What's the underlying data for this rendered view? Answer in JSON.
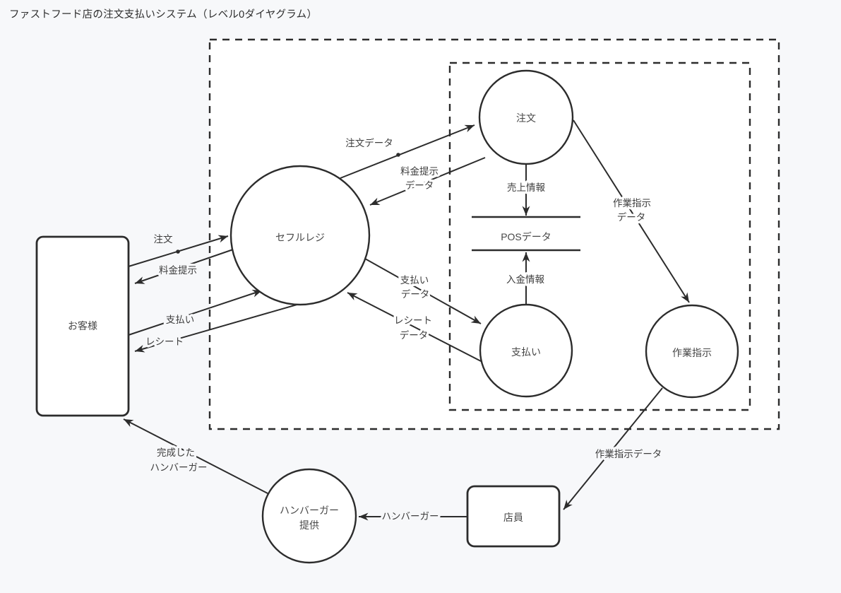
{
  "title": "ファストフード店の注文支払いシステム（レベル0ダイヤグラム）",
  "colors": {
    "background": "#f7f8fa",
    "system_boundary_fill": "#ffffff",
    "stroke": "#2c2c2c",
    "text": "#424242"
  },
  "nodes": {
    "customer": {
      "label": "お客様"
    },
    "register": {
      "label": "セフルレジ"
    },
    "order": {
      "label": "注文"
    },
    "payment": {
      "label": "支払い"
    },
    "work_instruction": {
      "label": "作業指示"
    },
    "burger_serving": {
      "line1": "ハンバーガー",
      "line2": "提供"
    },
    "staff": {
      "label": "店員"
    },
    "pos_store": {
      "label": "POSデータ"
    }
  },
  "flows": {
    "order": {
      "label": "注文"
    },
    "price": {
      "label": "料金提示"
    },
    "pay": {
      "label": "支払い"
    },
    "receipt": {
      "label": "レシート"
    },
    "order_data": {
      "label": "注文データ"
    },
    "price_data": {
      "line1": "料金提示",
      "line2": "データ"
    },
    "sales_info": {
      "label": "売上情報"
    },
    "deposit_info": {
      "label": "入金情報"
    },
    "payment_data": {
      "line1": "支払い",
      "line2": "データ"
    },
    "receipt_data": {
      "line1": "レシート",
      "line2": "データ"
    },
    "work_data_inner": {
      "line1": "作業指示",
      "line2": "データ"
    },
    "work_data_outer": {
      "label": "作業指示データ"
    },
    "burger": {
      "label": "ハンバーガー"
    },
    "finished_burger": {
      "line1": "完成した",
      "line2": "ハンバーガー"
    }
  }
}
